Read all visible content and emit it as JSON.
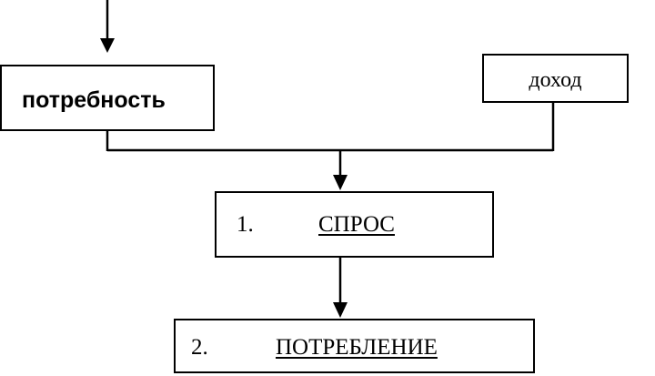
{
  "diagram": {
    "nodes": {
      "need": {
        "label": "потребность"
      },
      "income": {
        "label": "доход"
      },
      "demand": {
        "number": "1.",
        "label": "СПРОС"
      },
      "consumption": {
        "number": "2.",
        "label": "ПОТРЕБЛЕНИЕ"
      }
    },
    "edges": [
      {
        "from": "input",
        "to": "need"
      },
      {
        "from": "need",
        "to": "demand"
      },
      {
        "from": "income",
        "to": "demand"
      },
      {
        "from": "demand",
        "to": "consumption"
      }
    ]
  }
}
